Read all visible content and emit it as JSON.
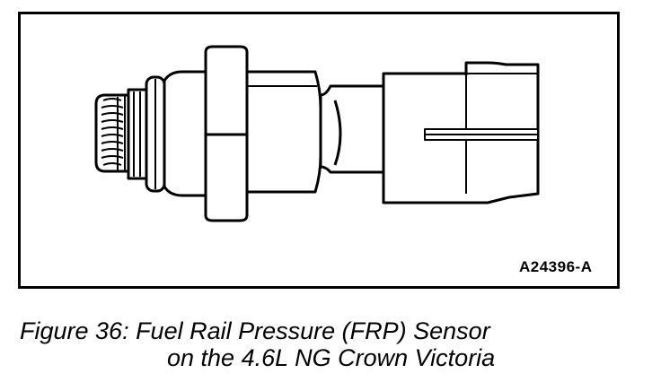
{
  "figure": {
    "part_code": "A24396-A",
    "caption_line1": "Figure 36: Fuel Rail Pressure (FRP) Sensor",
    "caption_line2": "on the 4.6L NG Crown Victoria"
  }
}
